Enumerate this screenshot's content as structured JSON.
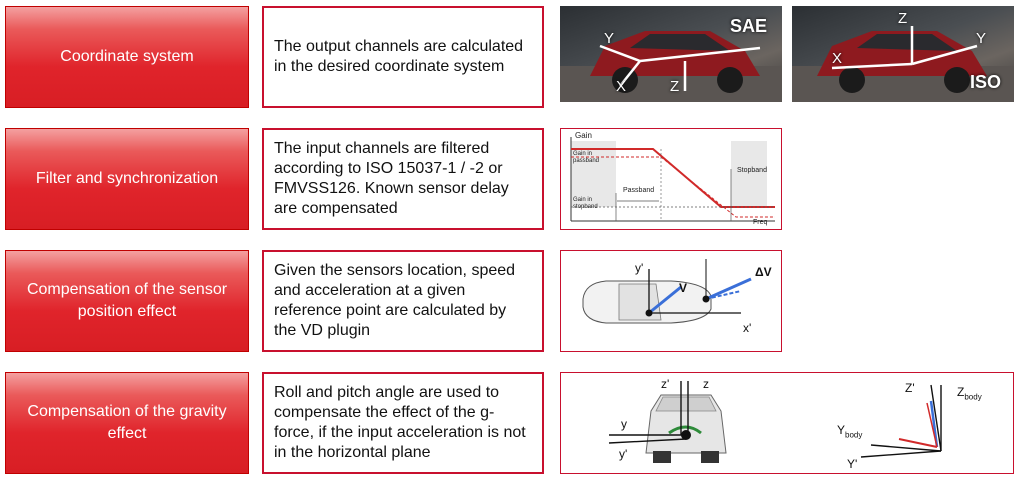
{
  "rows": [
    {
      "label": "Coordinate system",
      "description": "The output channels are calculated in the desired coordinate system",
      "figure": {
        "sae": {
          "title": "SAE",
          "axes": [
            "Y",
            "X",
            "Z"
          ]
        },
        "iso": {
          "title": "ISO",
          "axes": [
            "Z",
            "Y",
            "X"
          ]
        }
      }
    },
    {
      "label": "Filter and synchronization",
      "description": "The input channels are filtered according to ISO 15037-1 / -2 or FMVSS126. Known sensor delay are compensated",
      "figure": {
        "y_title": "Gain",
        "x_title": "Freq",
        "gain_passband": "Gain in passband",
        "gain_stopband": "Gain in stopband",
        "passband": "Passband",
        "stopband": "Stopband"
      }
    },
    {
      "label": "Compensation of the sensor position effect",
      "description": "Given the sensors location, speed and acceleration at a given reference point are calculated by the VD plugin",
      "figure": {
        "y_axis": "y'",
        "x_axis": "x'",
        "v": "V",
        "delta_v": "ΔV"
      }
    },
    {
      "label": "Compensation of the gravity effect",
      "description": "Roll and pitch angle are used to compensate the effect of the g-force, if the input acceleration is not in the horizontal plane",
      "figure": {
        "z_prime": "z'",
        "z": "z",
        "y": "y",
        "y_prime": "y'",
        "Z_prime": "Z'",
        "Z_body": "Z",
        "body_sub": "body",
        "Y_body": "Y",
        "Y_prime": "Y'"
      }
    }
  ],
  "colors": {
    "accent": "#c8102e",
    "label_red": "#e0242b",
    "vector_blue": "#3a6fd8"
  }
}
